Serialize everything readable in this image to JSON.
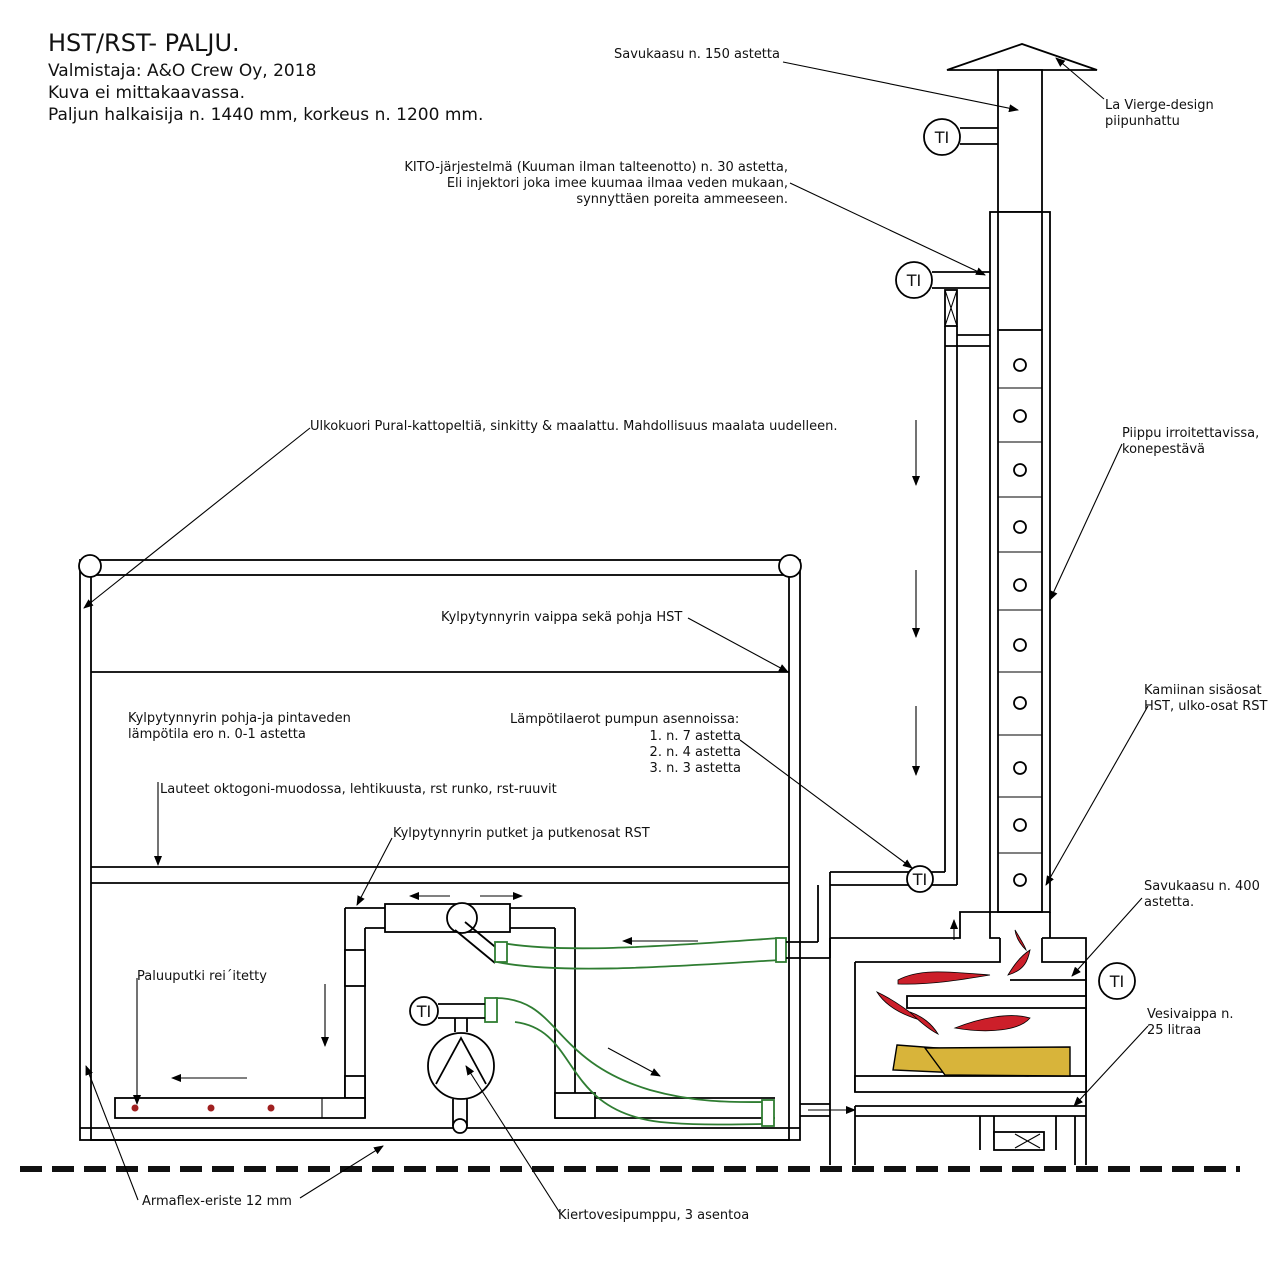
{
  "header": {
    "title": "HST/RST- PALJU.",
    "lines": [
      "Valmistaja: A&O Crew Oy, 2018",
      "Kuva ei mittakaavassa.",
      "Paljun halkaisija n. 1440 mm, korkeus n. 1200 mm."
    ]
  },
  "labels": {
    "smoke_top": "Savukaasu n. 150 astetta",
    "hat": [
      "La Vierge-design",
      "piipunhattu"
    ],
    "kito": [
      "KITO-järjestelmä (Kuuman ilman talteenotto) n. 30 astetta,",
      "Eli injektori joka imee kuumaa ilmaa veden mukaan,",
      "synnyttäen poreita ammeeseen."
    ],
    "outer_shell": "Ulkokuori Pural-kattopeltiä, sinkitty & maalattu. Mahdollisuus maalata uudelleen.",
    "chimney_detach": [
      "Piippu irroitettavissa,",
      "konepestävä"
    ],
    "tub_shell": "Kylpytynnyrin vaippa sekä pohja HST",
    "temp_diff": [
      "Kylpytynnyrin pohja-ja pintaveden",
      "lämpötila ero  n. 0-1 astetta"
    ],
    "pump_positions": [
      "Lämpötilaerot pumpun asennoissa:",
      "1. n. 7 astetta",
      "2. n. 4 astetta",
      "3. n. 3 astetta"
    ],
    "stove_parts": [
      "Kamiinan sisäosat",
      "HST, ulko-osat RST"
    ],
    "benches": "Lauteet oktogoni-muodossa, lehtikuusta, rst runko, rst-ruuvit",
    "pipes": "Kylpytynnyrin putket ja putkenosat RST",
    "smoke_stove": [
      "Savukaasu n. 400",
      "astetta."
    ],
    "return_pipe": "Paluuputki rei´itetty",
    "water_jacket": [
      "Vesivaippa n.",
      "25 litraa"
    ],
    "insulation": "Armaflex-eriste 12 mm",
    "pump": "Kiertovesipumppu, 3 asentoa"
  },
  "instrument_label": "TI",
  "colors": {
    "line": "#000000",
    "hose": "#2f7d32",
    "flame": "#cc1f2a",
    "wood": "#d8b43a",
    "ground": "#111111"
  }
}
